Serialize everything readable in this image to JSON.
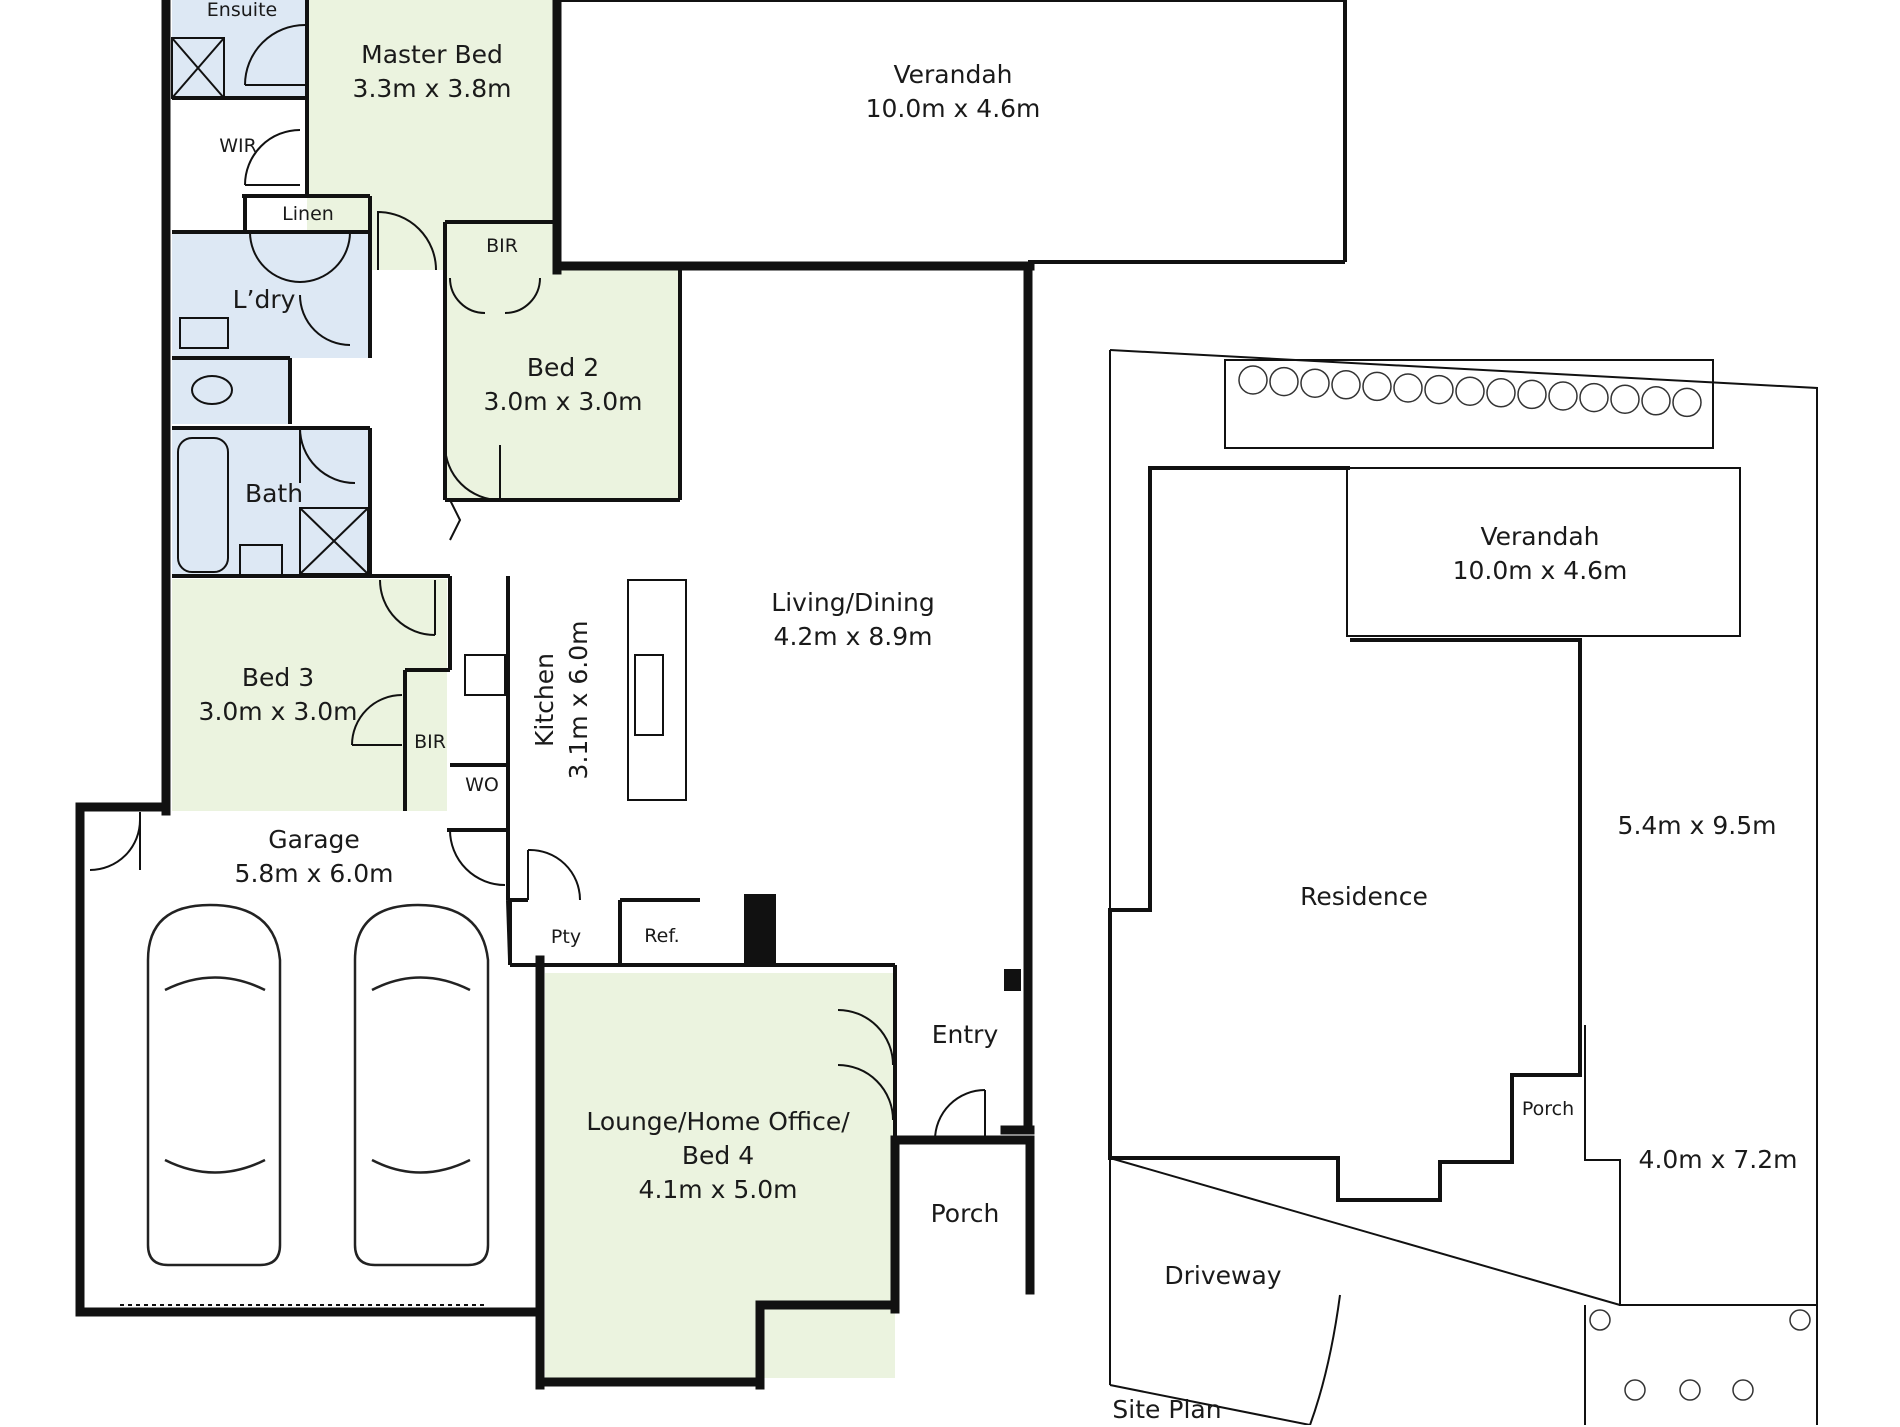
{
  "colors": {
    "wall": "#111111",
    "bedroom": "#ebf3df",
    "wet": "#dde8f4",
    "line": "#222222"
  },
  "rooms": {
    "ensuite": {
      "name": "Ensuite"
    },
    "master": {
      "name": "Master Bed",
      "dims": "3.3m x 3.8m"
    },
    "verandah": {
      "name": "Verandah",
      "dims": "10.0m x 4.6m"
    },
    "wir": {
      "name": "WIR"
    },
    "linen": {
      "name": "Linen"
    },
    "bir_bed2": {
      "name": "BIR"
    },
    "laundry": {
      "name": "L’dry"
    },
    "bed2": {
      "name": "Bed 2",
      "dims": "3.0m x 3.0m"
    },
    "bath": {
      "name": "Bath"
    },
    "living": {
      "name": "Living/Dining",
      "dims": "4.2m x 8.9m"
    },
    "bed3": {
      "name": "Bed 3",
      "dims": "3.0m x 3.0m"
    },
    "bir_bed3": {
      "name": "BIR"
    },
    "kitchen": {
      "name": "Kitchen",
      "dims": "3.1m x 6.0m"
    },
    "wo": {
      "name": "WO"
    },
    "garage": {
      "name": "Garage",
      "dims": "5.8m x 6.0m"
    },
    "pantry": {
      "name": "Pty"
    },
    "ref": {
      "name": "Ref."
    },
    "entry": {
      "name": "Entry"
    },
    "lounge": {
      "name": "Lounge/Home Office/",
      "name2": "Bed 4",
      "dims": "4.1m x 5.0m"
    },
    "porch": {
      "name": "Porch"
    }
  },
  "site": {
    "verandah": {
      "name": "Verandah",
      "dims": "10.0m x 4.6m"
    },
    "yard_rear": {
      "dims": "5.4m x 9.5m"
    },
    "residence": {
      "name": "Residence"
    },
    "porch": {
      "name": "Porch"
    },
    "yard_side": {
      "dims": "4.0m x 7.2m"
    },
    "driveway": {
      "name": "Driveway"
    },
    "title": "Site Plan"
  }
}
